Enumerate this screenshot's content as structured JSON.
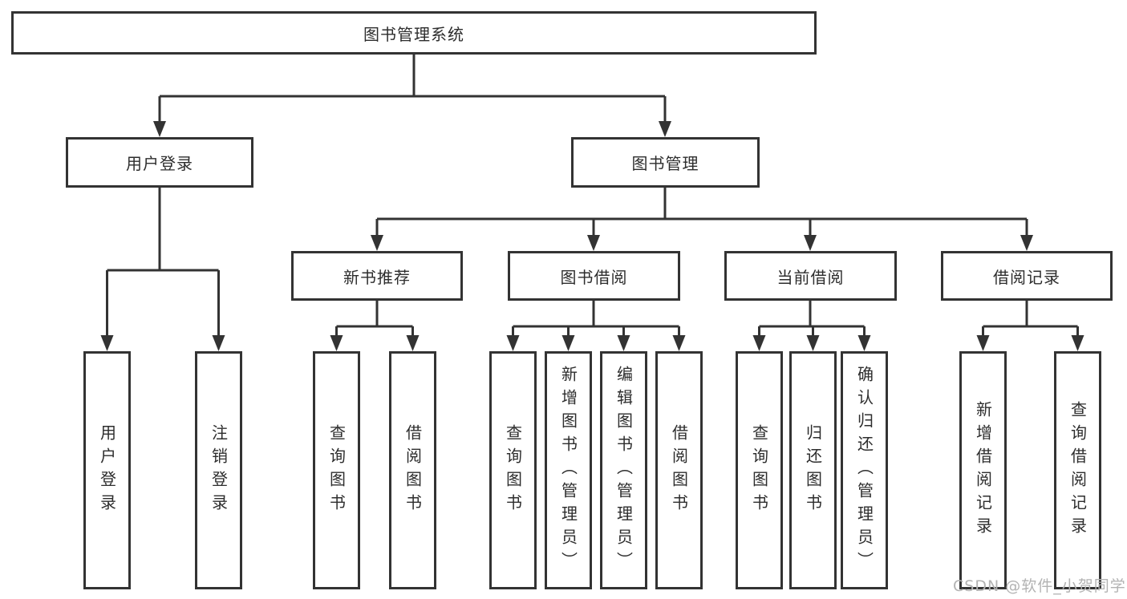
{
  "tree": {
    "label": "图书管理系统",
    "children": [
      {
        "label": "用户登录",
        "children": [
          {
            "label": "用户登录"
          },
          {
            "label": "注销登录"
          }
        ]
      },
      {
        "label": "图书管理",
        "children": [
          {
            "label": "新书推荐",
            "children": [
              {
                "label": "查询图书"
              },
              {
                "label": "借阅图书"
              }
            ]
          },
          {
            "label": "图书借阅",
            "children": [
              {
                "label": "查询图书"
              },
              {
                "label": "新增图书（管理员）"
              },
              {
                "label": "编辑图书（管理员）"
              },
              {
                "label": "借阅图书"
              }
            ]
          },
          {
            "label": "当前借阅",
            "children": [
              {
                "label": "查询图书"
              },
              {
                "label": "归还图书"
              },
              {
                "label": "确认归还（管理员）"
              }
            ]
          },
          {
            "label": "借阅记录",
            "children": [
              {
                "label": "新增借阅记录"
              },
              {
                "label": "查询借阅记录"
              }
            ]
          }
        ]
      }
    ]
  },
  "watermark": {
    "text": "CSDN @软件_小贺同学"
  },
  "colors": {
    "line": "#333333",
    "text": "#2d2d2d",
    "background": "#ffffff",
    "watermark": "#b3b3b3"
  }
}
